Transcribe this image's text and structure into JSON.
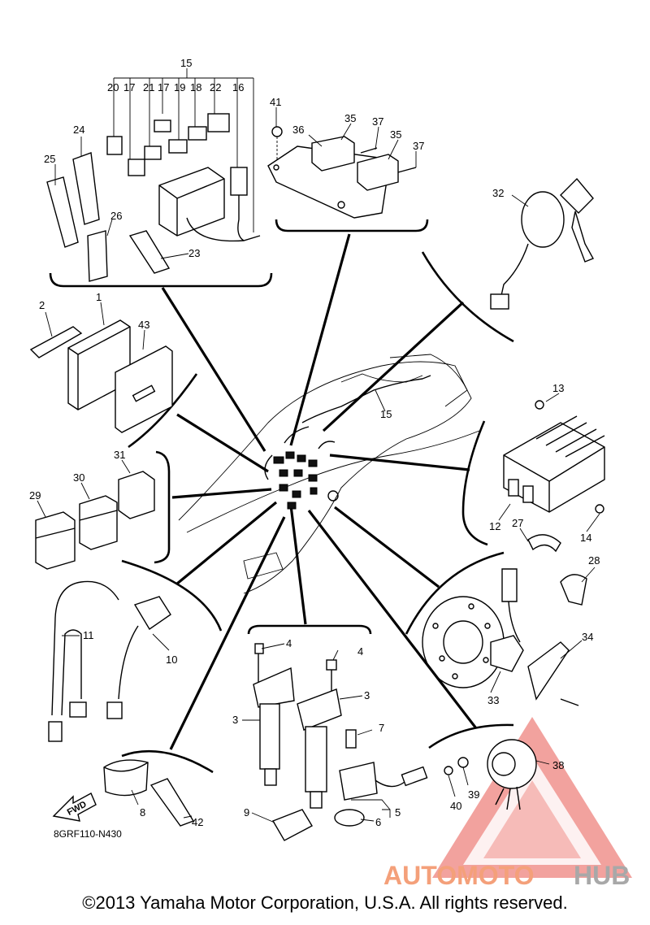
{
  "diagram": {
    "drawing_code": "8GRF110-N430",
    "copyright": "©2013 Yamaha Motor Corporation, U.S.A. All rights reserved.",
    "fwd_arrow": "FWD",
    "watermark": {
      "text_part1": "AUTOMOTO",
      "text_part2": "HUB",
      "color_primary": "#f4a07a",
      "color_secondary": "#a8a8a8",
      "triangle_color": "#e8554e"
    },
    "labels": [
      {
        "id": "l15",
        "text": "15"
      },
      {
        "id": "l20",
        "text": "20"
      },
      {
        "id": "l17a",
        "text": "17"
      },
      {
        "id": "l21",
        "text": "21"
      },
      {
        "id": "l17b",
        "text": "17"
      },
      {
        "id": "l19",
        "text": "19"
      },
      {
        "id": "l18",
        "text": "18"
      },
      {
        "id": "l22",
        "text": "22"
      },
      {
        "id": "l16",
        "text": "16"
      },
      {
        "id": "l24",
        "text": "24"
      },
      {
        "id": "l25",
        "text": "25"
      },
      {
        "id": "l26",
        "text": "26"
      },
      {
        "id": "l23",
        "text": "23"
      },
      {
        "id": "l41",
        "text": "41"
      },
      {
        "id": "l36",
        "text": "36"
      },
      {
        "id": "l35a",
        "text": "35"
      },
      {
        "id": "l37a",
        "text": "37"
      },
      {
        "id": "l35b",
        "text": "35"
      },
      {
        "id": "l37b",
        "text": "37"
      },
      {
        "id": "l32",
        "text": "32"
      },
      {
        "id": "l2",
        "text": "2"
      },
      {
        "id": "l1",
        "text": "1"
      },
      {
        "id": "l43",
        "text": "43"
      },
      {
        "id": "l15b",
        "text": "15"
      },
      {
        "id": "l13",
        "text": "13"
      },
      {
        "id": "l31",
        "text": "31"
      },
      {
        "id": "l30",
        "text": "30"
      },
      {
        "id": "l29",
        "text": "29"
      },
      {
        "id": "l12",
        "text": "12"
      },
      {
        "id": "l27",
        "text": "27"
      },
      {
        "id": "l14",
        "text": "14"
      },
      {
        "id": "l28",
        "text": "28"
      },
      {
        "id": "l11",
        "text": "11"
      },
      {
        "id": "l10",
        "text": "10"
      },
      {
        "id": "l4a",
        "text": "4"
      },
      {
        "id": "l4b",
        "text": "4"
      },
      {
        "id": "l3a",
        "text": "3"
      },
      {
        "id": "l3b",
        "text": "3"
      },
      {
        "id": "l34",
        "text": "34"
      },
      {
        "id": "l33",
        "text": "33"
      },
      {
        "id": "l7",
        "text": "7"
      },
      {
        "id": "l38",
        "text": "38"
      },
      {
        "id": "l5",
        "text": "5"
      },
      {
        "id": "l6",
        "text": "6"
      },
      {
        "id": "l9",
        "text": "9"
      },
      {
        "id": "l8",
        "text": "8"
      },
      {
        "id": "l42",
        "text": "42"
      },
      {
        "id": "l39",
        "text": "39"
      },
      {
        "id": "l40",
        "text": "40"
      }
    ]
  }
}
